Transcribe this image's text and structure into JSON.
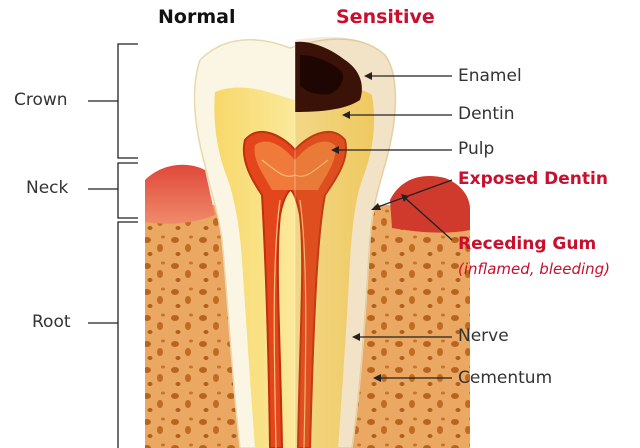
{
  "headers": {
    "normal": "Normal",
    "sensitive": "Sensitive"
  },
  "left_labels": {
    "crown": "Crown",
    "neck": "Neck",
    "root": "Root"
  },
  "right_labels": {
    "enamel": "Enamel",
    "dentin": "Dentin",
    "pulp": "Pulp",
    "exposed_dentin": "Exposed Dentin",
    "receding_gum": "Receding Gum",
    "receding_gum_note": "(inflamed, bleeding)",
    "nerve": "Nerve",
    "cementum": "Cementum"
  },
  "colors": {
    "accent_red": "#c8102e",
    "text_dark": "#333333",
    "bone": "#e7a960",
    "gum": "#d94a3a",
    "enamel": "#fbf6e4",
    "dentin": "#f6e27a",
    "pulp": "#e0451f"
  }
}
